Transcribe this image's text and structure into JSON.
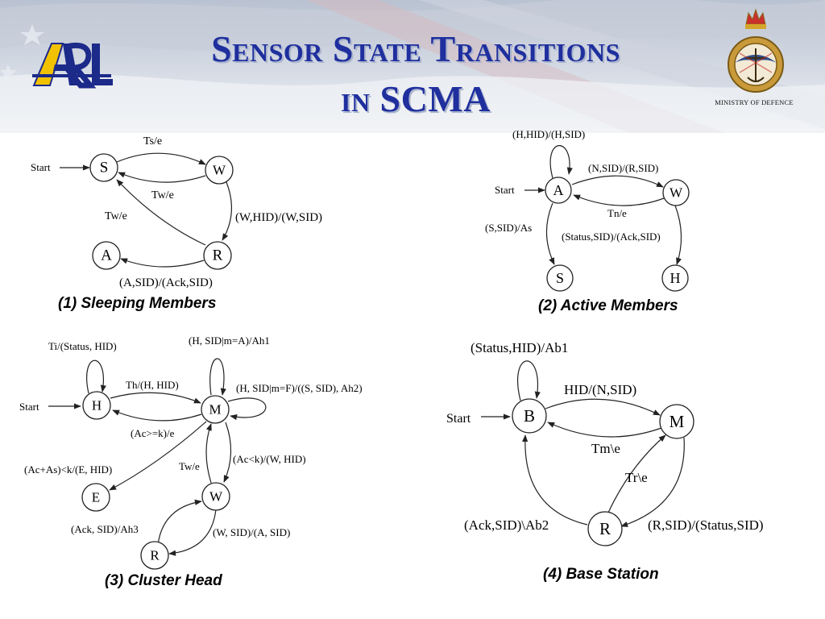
{
  "header": {
    "title_line1": "Sensor State Transitions",
    "title_line2": "in SCMA",
    "left_logo_text": "ARL",
    "right_logo_caption": "MINISTRY OF DEFENCE"
  },
  "captions": {
    "d1": "(1) Sleeping Members",
    "d2": "(2) Active Members",
    "d3": "(3) Cluster Head",
    "d4": "(4) Base Station"
  },
  "diagrams": {
    "d1": {
      "nodes": {
        "S": "S",
        "W": "W",
        "A": "A",
        "R": "R"
      },
      "start": "Start",
      "labels": {
        "s_w": "Ts/e",
        "w_s": "Tw/e",
        "r_s": "Tw/e",
        "w_r": "(W,HID)/(W,SID)",
        "r_a": "(A,SID)/(Ack,SID)"
      }
    },
    "d2": {
      "nodes": {
        "A": "A",
        "W": "W",
        "S": "S",
        "H": "H"
      },
      "start": "Start",
      "labels": {
        "a_loop": "(H,HID)/(H,SID)",
        "a_w": "(N,SID)/(R,SID)",
        "w_a": "Tn/e",
        "a_s": "(S,SID)/As",
        "w_h": "(Status,SID)/(Ack,SID)"
      }
    },
    "d3": {
      "nodes": {
        "H": "H",
        "M": "M",
        "E": "E",
        "W": "W",
        "R": "R"
      },
      "start": "Start",
      "labels": {
        "h_loop": "Ti/(Status, HID)",
        "h_m": "Th/(H, HID)",
        "m_h": "(Ac>=k)/e",
        "m_loop1": "(H, SID|m=A)/Ah1",
        "m_loop2": "(H, SID|m=F)/((S, SID), Ah2)",
        "m_e": "(Ac+As)<k/(E, HID)",
        "w_m": "Tw/e",
        "m_w": "(Ac<k)/(W, HID)",
        "r_w": "(Ack, SID)/Ah3",
        "w_r": "(W, SID)/(A, SID)"
      }
    },
    "d4": {
      "nodes": {
        "B": "B",
        "M": "M",
        "R": "R"
      },
      "start": "Start",
      "labels": {
        "b_loop": "(Status,HID)/Ab1",
        "b_m": "HID/(N,SID)",
        "m_b": "Tm\\e",
        "r_m": "Tr\\e",
        "r_b": "(Ack,SID)\\Ab2",
        "m_r": "(R,SID)/(Status,SID)"
      }
    }
  }
}
